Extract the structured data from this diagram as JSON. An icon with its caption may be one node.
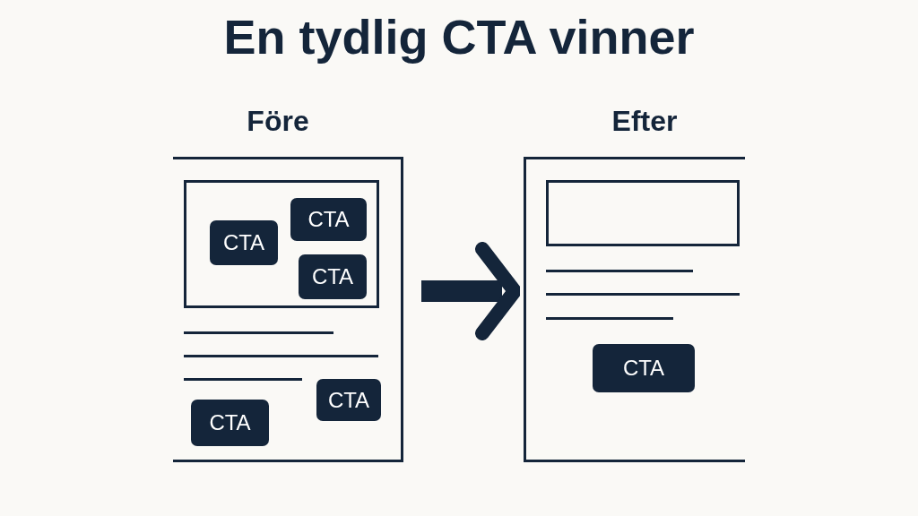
{
  "diagram": {
    "title": "En tydlig CTA vinner",
    "nodes": [
      {
        "text": [
          "Före"
        ]
      },
      {
        "text": [],
        "shape": "box",
        "in": 0
      },
      {
        "text": [
          "CTA"
        ],
        "in": 1
      },
      {
        "text": [
          "CTA"
        ],
        "in": 1
      },
      {
        "text": [
          "CTA"
        ],
        "in": 1
      },
      {
        "text": [
          "CTA"
        ],
        "in": 0
      },
      {
        "text": [
          "CTA"
        ],
        "in": 0
      },
      {
        "text": [
          "Efter"
        ]
      },
      {
        "text": [],
        "shape": "box",
        "in": 7
      },
      {
        "text": [
          "CTA"
        ],
        "in": 7
      }
    ],
    "edges": [
      {
        "from": 0,
        "to": 7,
        "arrow": "to"
      }
    ]
  }
}
